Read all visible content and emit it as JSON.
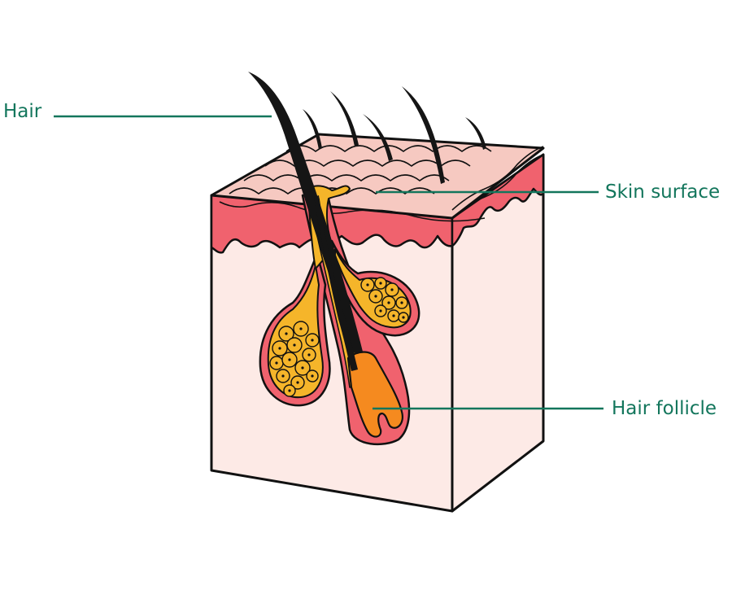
{
  "labels": {
    "hair": "Hair",
    "skin_surface": "Skin surface",
    "hair_follicle": "Hair follicle"
  },
  "colors": {
    "label_text": "#13765c",
    "leader_line": "#13765c",
    "outline": "#111111",
    "dermis": "#fdeae6",
    "epidermis_top": "#f6c9c1",
    "epidermis_red": "#f0626e",
    "gland": "#f5b52a",
    "bulb": "#f58a1f",
    "hair": "#151515"
  }
}
